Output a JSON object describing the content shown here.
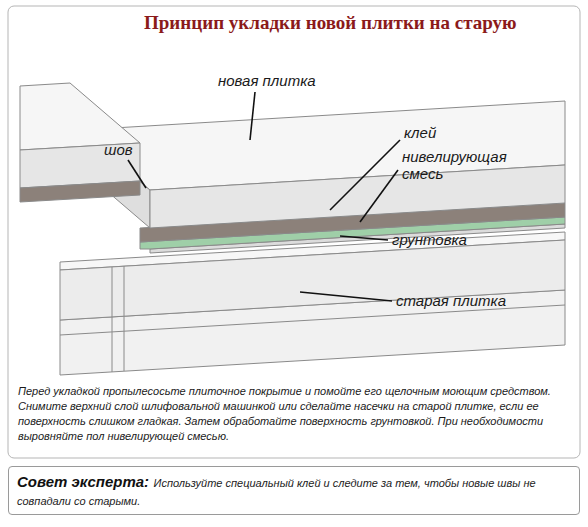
{
  "diagram": {
    "title": "Принцип укладки новой плитки на старую",
    "nodes": [
      {
        "text": [
          "Совет эксперта:",
          "Используйте специальный клей и следите за тем, чтобы новые швы не совпадали со старыми."
        ]
      }
    ],
    "labels": [
      "новая плитка",
      "шов",
      "клей",
      "нивелирующая смесь",
      "грунтовка",
      "старая плитка",
      "Перед укладкой пропылесосьте плиточное покрытие и помойте его щелочным моющим средством. Снимите верхний слой шлифовальной машинкой или сделайте насечки на старой плитке, если ее поверхность слишком гладкая. Затем обработайте поверхность грунтовкой. При необходимости выровняйте пол нивелирующей смесью."
    ]
  }
}
